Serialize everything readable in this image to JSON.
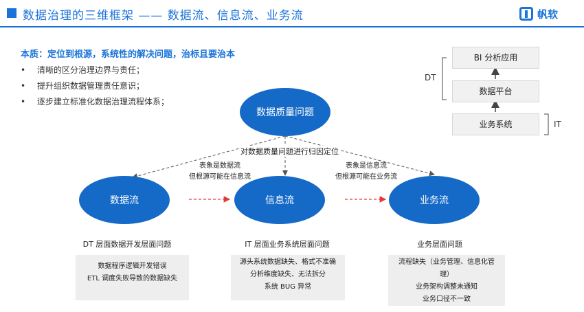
{
  "header": {
    "title": "数据治理的三维框架 —— 数据流、信息流、业务流",
    "logo_text": "帆软"
  },
  "intro": {
    "essence": "本质：定位到根源，系统性的解决问题，治标且要治本",
    "bullets": [
      "清晰的区分治理边界与责任；",
      "提升组织数据管理责任意识；",
      "逐步建立标准化数据治理流程体系；"
    ]
  },
  "stack": {
    "layers": [
      "BI 分析应用",
      "数据平台",
      "业务系统"
    ],
    "dt_label": "DT",
    "it_label": "IT"
  },
  "diagram": {
    "problem": "数据质量问题",
    "attribution": "对数据质量问题进行归因定位",
    "flows": [
      "数据流",
      "信息流",
      "业务流"
    ],
    "left_note": [
      "表象是数据流",
      "但根源可能在信息流"
    ],
    "right_note": [
      "表象是信息流",
      "但根源可能在业务流"
    ]
  },
  "layers": [
    {
      "title": "DT 层面数据开发层面问题",
      "items": [
        "数据程序逻辑开发错误",
        "ETL 调度失败导致的数据缺失"
      ]
    },
    {
      "title": "IT 层面业务系统层面问题",
      "items": [
        "源头系统数据缺失、格式不准确",
        "分析维度缺失、无法拆分",
        "系统 BUG 异常"
      ]
    },
    {
      "title": "业务层面问题",
      "items": [
        "流程缺失（业务管理、信息化管",
        "理）",
        "业务架构调整未通知",
        "业务口径不一致"
      ]
    }
  ],
  "colors": {
    "accent": "#1a73d9",
    "ellipse": "#1569c7",
    "flow_arrow": "#e53935"
  }
}
